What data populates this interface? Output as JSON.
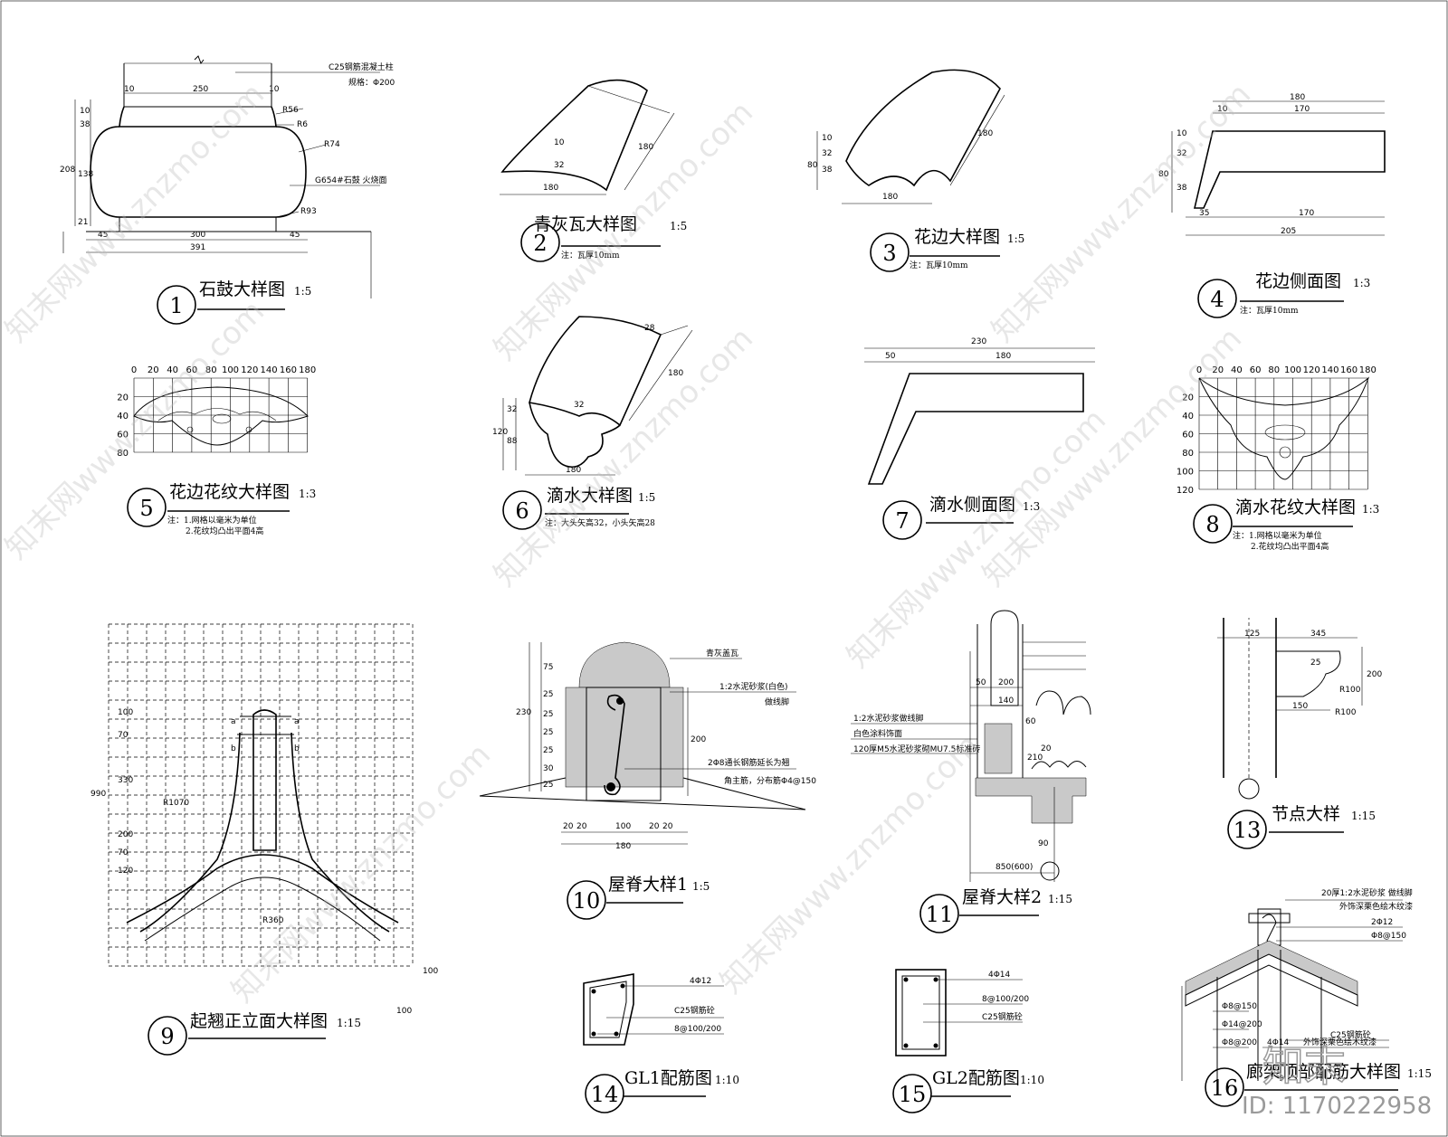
{
  "details": [
    {
      "num": "1",
      "title": "石鼓大样图",
      "scale": "1:5",
      "notes": []
    },
    {
      "num": "2",
      "title": "青灰瓦大样图",
      "scale": "1:5",
      "notes": [
        "注：瓦厚10mm"
      ]
    },
    {
      "num": "3",
      "title": "花边大样图",
      "scale": "1:5",
      "notes": [
        "注：瓦厚10mm"
      ]
    },
    {
      "num": "4",
      "title": "花边侧面图",
      "scale": "1:3",
      "notes": [
        "注：瓦厚10mm"
      ]
    },
    {
      "num": "5",
      "title": "花边花纹大样图",
      "scale": "1:3",
      "notes": [
        "注：1.网格以毫米为单位",
        "2.花纹均凸出平面4高"
      ]
    },
    {
      "num": "6",
      "title": "滴水大样图",
      "scale": "1:5",
      "notes": [
        "注：大头矢高32，小头矢高28"
      ]
    },
    {
      "num": "7",
      "title": "滴水侧面图",
      "scale": "1:3",
      "notes": []
    },
    {
      "num": "8",
      "title": "滴水花纹大样图",
      "scale": "1:3",
      "notes": [
        "注：1.网格以毫米为单位",
        "2.花纹均凸出平面4高"
      ]
    },
    {
      "num": "9",
      "title": "起翘正立面大样图",
      "scale": "1:15",
      "notes": []
    },
    {
      "num": "10",
      "title": "屋脊大样1",
      "scale": "1:5",
      "notes": []
    },
    {
      "num": "11",
      "title": "屋脊大样2",
      "scale": "1:15",
      "notes": []
    },
    {
      "num": "13",
      "title": "节点大样",
      "scale": "1:15",
      "notes": []
    },
    {
      "num": "14",
      "title": "GL1配筋图",
      "scale": "1:10",
      "notes": []
    },
    {
      "num": "15",
      "title": "GL2配筋图",
      "scale": "1:10",
      "notes": []
    },
    {
      "num": "16",
      "title": "廊架顶部配筋大样图",
      "scale": "1:15",
      "notes": []
    }
  ],
  "d1": {
    "callouts": [
      "C25钢筋混凝土柱",
      "规格：Φ200",
      "R56",
      "R6",
      "R74",
      "G654#石鼓 火烧面",
      "R93"
    ],
    "dims": [
      "10",
      "250",
      "10",
      "10",
      "38",
      "208",
      "138",
      "21",
      "45",
      "300",
      "45",
      "391"
    ]
  },
  "d2": {
    "dims": [
      "10",
      "32",
      "180",
      "180"
    ]
  },
  "d3": {
    "dims": [
      "10",
      "32",
      "38",
      "80",
      "180",
      "180"
    ]
  },
  "d4": {
    "dims": [
      "180",
      "10",
      "170",
      "10",
      "32",
      "38",
      "80",
      "35",
      "170",
      "205"
    ]
  },
  "d5": {
    "xticks": [
      "0",
      "20",
      "40",
      "60",
      "80",
      "100",
      "120",
      "140",
      "160",
      "180"
    ],
    "yticks": [
      "20",
      "40",
      "60",
      "80"
    ]
  },
  "d6": {
    "dims": [
      "28",
      "180",
      "32",
      "32",
      "120",
      "88",
      "180"
    ]
  },
  "d7": {
    "dims": [
      "230",
      "50",
      "180"
    ]
  },
  "d8": {
    "xticks": [
      "0",
      "20",
      "40",
      "60",
      "80",
      "100",
      "120",
      "140",
      "160",
      "180"
    ],
    "yticks": [
      "20",
      "40",
      "60",
      "80",
      "100",
      "120"
    ]
  },
  "d9": {
    "dims": [
      "100",
      "70",
      "330",
      "990",
      "200",
      "70",
      "120",
      "100",
      "100"
    ],
    "labels": [
      "a",
      "a",
      "b",
      "b",
      "R1070",
      "R360"
    ]
  },
  "d10": {
    "callouts": [
      "青灰盖瓦",
      "1:2水泥砂浆(白色)",
      "做线脚",
      "2Φ8通长钢筋延长为翘",
      "角主筋，分布筋Φ4@150"
    ],
    "dims": [
      "75",
      "25",
      "25",
      "25",
      "25",
      "30",
      "25",
      "230",
      "200",
      "20",
      "20",
      "100",
      "20",
      "20",
      "180"
    ]
  },
  "d11": {
    "callouts": [
      "1:2水泥砂浆做线脚",
      "白色涂料饰面",
      "120厚M5水泥砂浆砌MU7.5标准砖"
    ],
    "dims": [
      "50",
      "200",
      "140",
      "60",
      "210",
      "20",
      "90",
      "850(600)"
    ]
  },
  "d13": {
    "dims": [
      "125",
      "345",
      "25",
      "200",
      "150",
      "R100",
      "R100"
    ]
  },
  "d14": {
    "callouts": [
      "4Φ12",
      "C25钢筋砼",
      "8@100/200"
    ]
  },
  "d15": {
    "callouts": [
      "4Φ14",
      "8@100/200",
      "C25钢筋砼"
    ]
  },
  "d16": {
    "callouts": [
      "20厚1:2水泥砂浆 做线脚",
      "外饰深栗色绘木纹漆",
      "2Φ12",
      "Φ8@150",
      "Φ8@150",
      "Φ14@200",
      "Φ8@200",
      "4Φ14",
      "C25钢筋砼",
      "外饰深栗色绘木纹漆"
    ]
  },
  "watermark": {
    "text": "知末网www.znzmo.com",
    "logo": "知末",
    "id": "ID: 1170222958"
  }
}
